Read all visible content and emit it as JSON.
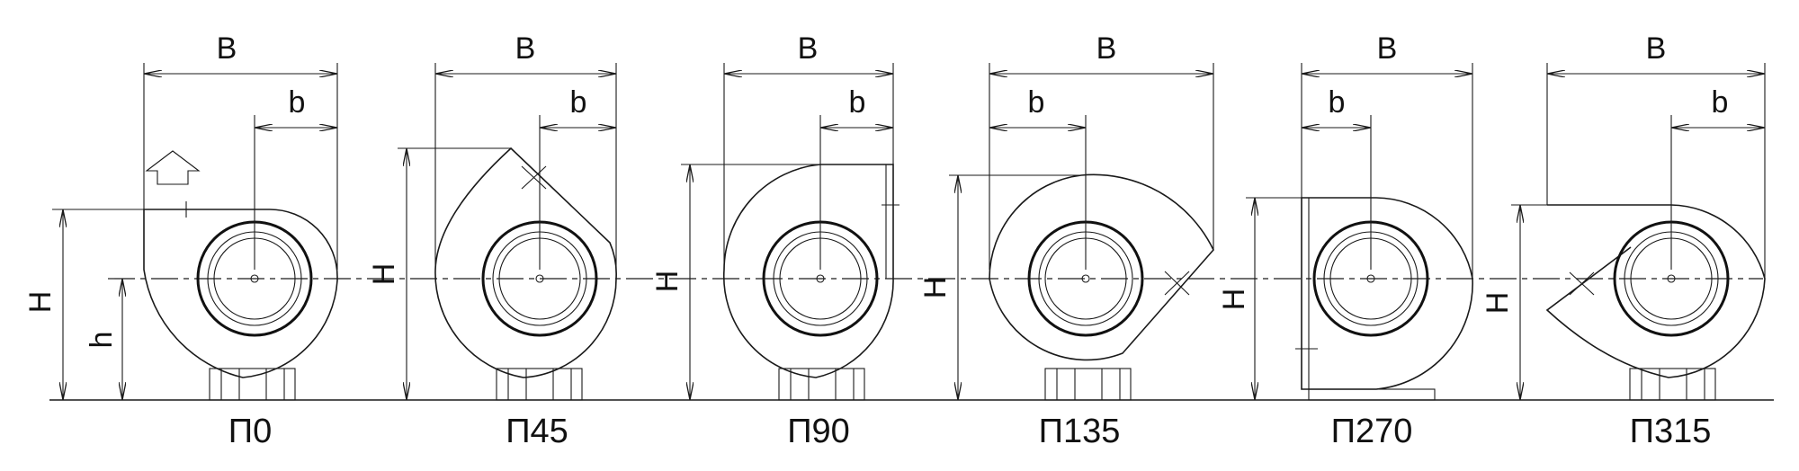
{
  "dimension_labels": {
    "width": "B",
    "offset": "b",
    "height": "H",
    "axis_height": "h"
  },
  "variants": [
    {
      "id": "p0",
      "caption": "П0"
    },
    {
      "id": "p45",
      "caption": "П45"
    },
    {
      "id": "p90",
      "caption": "П90"
    },
    {
      "id": "p135",
      "caption": "П135"
    },
    {
      "id": "p270",
      "caption": "П270"
    },
    {
      "id": "p315",
      "caption": "П315"
    }
  ],
  "colors": {
    "line": "#1a1a1a",
    "background": "#ffffff"
  }
}
